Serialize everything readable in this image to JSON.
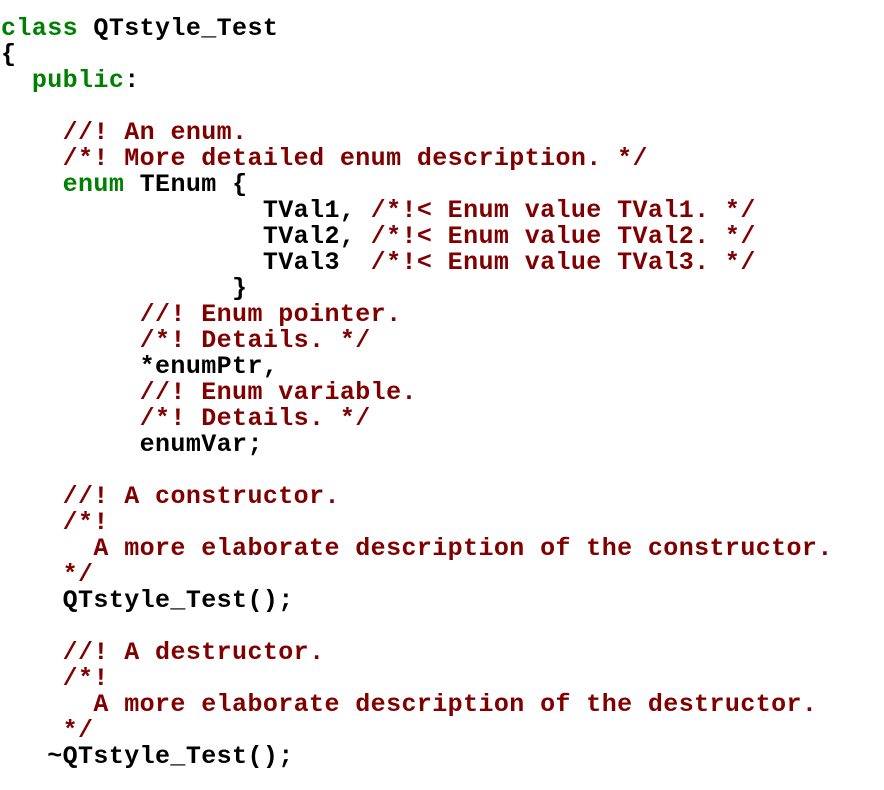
{
  "page": {
    "title": "Qt-style Doxygen comment example (C++ code fragment)",
    "background": "#ffffff"
  },
  "colors": {
    "keyword": "#008000",
    "comment": "#800000",
    "plain": "#000000",
    "background": "#ffffff"
  },
  "code": {
    "language": "cpp",
    "lines": [
      [
        [
          "k",
          "class"
        ],
        [
          "p",
          " QTstyle_Test"
        ]
      ],
      [
        [
          "p",
          "{"
        ]
      ],
      [
        [
          "p",
          "  "
        ],
        [
          "k",
          "public"
        ],
        [
          "p",
          ":"
        ]
      ],
      [],
      [
        [
          "p",
          "    "
        ],
        [
          "c",
          "//! An enum."
        ]
      ],
      [
        [
          "p",
          "    "
        ],
        [
          "c",
          "/*! More detailed enum description. */"
        ]
      ],
      [
        [
          "p",
          "    "
        ],
        [
          "k",
          "enum"
        ],
        [
          "p",
          " TEnum {"
        ]
      ],
      [
        [
          "p",
          "                 TVal1, "
        ],
        [
          "c",
          "/*!< Enum value TVal1. */"
        ]
      ],
      [
        [
          "p",
          "                 TVal2, "
        ],
        [
          "c",
          "/*!< Enum value TVal2. */"
        ]
      ],
      [
        [
          "p",
          "                 TVal3  "
        ],
        [
          "c",
          "/*!< Enum value TVal3. */"
        ]
      ],
      [
        [
          "p",
          "               }"
        ]
      ],
      [
        [
          "p",
          "         "
        ],
        [
          "c",
          "//! Enum pointer."
        ]
      ],
      [
        [
          "p",
          "         "
        ],
        [
          "c",
          "/*! Details. */"
        ]
      ],
      [
        [
          "p",
          "         *enumPtr,"
        ]
      ],
      [
        [
          "p",
          "         "
        ],
        [
          "c",
          "//! Enum variable."
        ]
      ],
      [
        [
          "p",
          "         "
        ],
        [
          "c",
          "/*! Details. */"
        ]
      ],
      [
        [
          "p",
          "         enumVar;"
        ]
      ],
      [],
      [
        [
          "p",
          "    "
        ],
        [
          "c",
          "//! A constructor."
        ]
      ],
      [
        [
          "p",
          "    "
        ],
        [
          "c",
          "/*!"
        ]
      ],
      [
        [
          "p",
          "      "
        ],
        [
          "c",
          "A more elaborate description of the constructor."
        ]
      ],
      [
        [
          "p",
          "    "
        ],
        [
          "c",
          "*/"
        ]
      ],
      [
        [
          "p",
          "    QTstyle_Test();"
        ]
      ],
      [],
      [
        [
          "p",
          "    "
        ],
        [
          "c",
          "//! A destructor."
        ]
      ],
      [
        [
          "p",
          "    "
        ],
        [
          "c",
          "/*!"
        ]
      ],
      [
        [
          "p",
          "      "
        ],
        [
          "c",
          "A more elaborate description of the destructor."
        ]
      ],
      [
        [
          "p",
          "    "
        ],
        [
          "c",
          "*/"
        ]
      ],
      [
        [
          "p",
          "   ~QTstyle_Test();"
        ]
      ]
    ]
  }
}
